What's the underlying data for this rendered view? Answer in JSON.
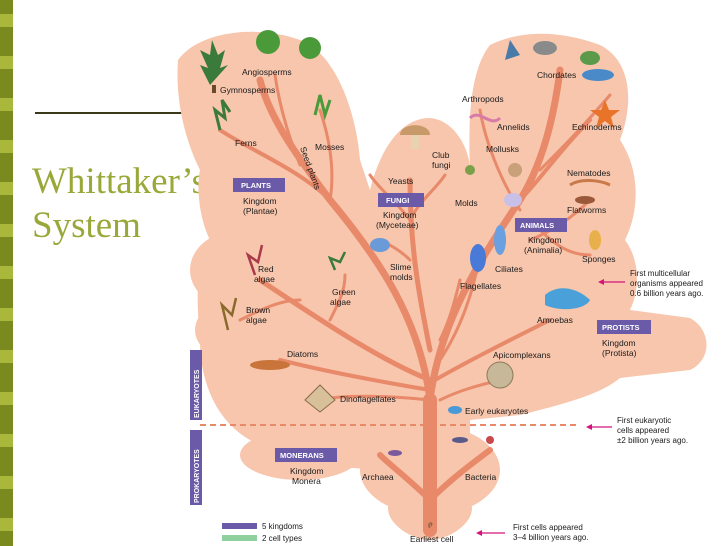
{
  "slide": {
    "title_line1": "Whittaker’s",
    "title_line2": "System"
  },
  "kingdom_tags": {
    "plants": "PLANTS",
    "fungi": "FUNGI",
    "animals": "ANIMALS",
    "protists": "PROTISTS",
    "monerans": "MONERANS"
  },
  "kingdom_names": {
    "plants_1": "Kingdom",
    "plants_2": "(Plantae)",
    "fungi_1": "Kingdom",
    "fungi_2": "(Myceteae)",
    "animals_1": "Kingdom",
    "animals_2": "(Animalia)",
    "protists_1": "Kingdom",
    "protists_2": "(Protista)",
    "monerans_1": "Kingdom",
    "monerans_2": "Monera"
  },
  "organisms": {
    "angiosperms": "Angiosperms",
    "gymnosperms": "Gymnosperms",
    "ferns": "Ferns",
    "mosses": "Mosses",
    "seed_plants": "Seed plants",
    "club_fungi_1": "Club",
    "club_fungi_2": "fungi",
    "yeasts": "Yeasts",
    "molds": "Molds",
    "chordates": "Chordates",
    "arthropods": "Arthropods",
    "annelids": "Annelids",
    "echinoderms": "Echinoderms",
    "mollusks": "Mollusks",
    "nematodes": "Nematodes",
    "flatworms": "Flatworms",
    "sponges": "Sponges",
    "red_algae_1": "Red",
    "red_algae_2": "algae",
    "green_algae_1": "Green",
    "green_algae_2": "algae",
    "brown_algae_1": "Brown",
    "brown_algae_2": "algae",
    "slime_molds_1": "Slime",
    "slime_molds_2": "molds",
    "ciliates": "Ciliates",
    "flagellates": "Flagellates",
    "amoebas": "Amoebas",
    "diatoms": "Diatoms",
    "apicomplexans": "Apicomplexans",
    "dinoflagellates": "Dinoflagellates",
    "early_eukaryotes": "Early eukaryotes",
    "archaea": "Archaea",
    "bacteria": "Bacteria",
    "earliest_cell": "Earliest cell"
  },
  "side_labels": {
    "eukaryotes": "EUKARYOTES",
    "prokaryotes": "PROKARYOTES"
  },
  "annotations": {
    "multicellular_1": "First multicellular",
    "multicellular_2": "organisms appeared",
    "multicellular_3": "0.6 billion years ago.",
    "eukaryotic_1": "First eukaryotic",
    "eukaryotic_2": "cells appeared",
    "eukaryotic_3": "±2 billion years ago.",
    "first_cells_1": "First  cells appeared",
    "first_cells_2": "3–4 billion years ago."
  },
  "legend": {
    "kingdoms": "5 kingdoms",
    "cell_types": "2 cell types",
    "kingdoms_color": "#6a5aa8",
    "cell_types_color": "#8fd19e"
  },
  "colors": {
    "blob": "#f7c6ad",
    "branch": "#e8896a",
    "olive": "#7a8a1f",
    "title": "#9aa83a",
    "arrow": "#d4147a"
  }
}
